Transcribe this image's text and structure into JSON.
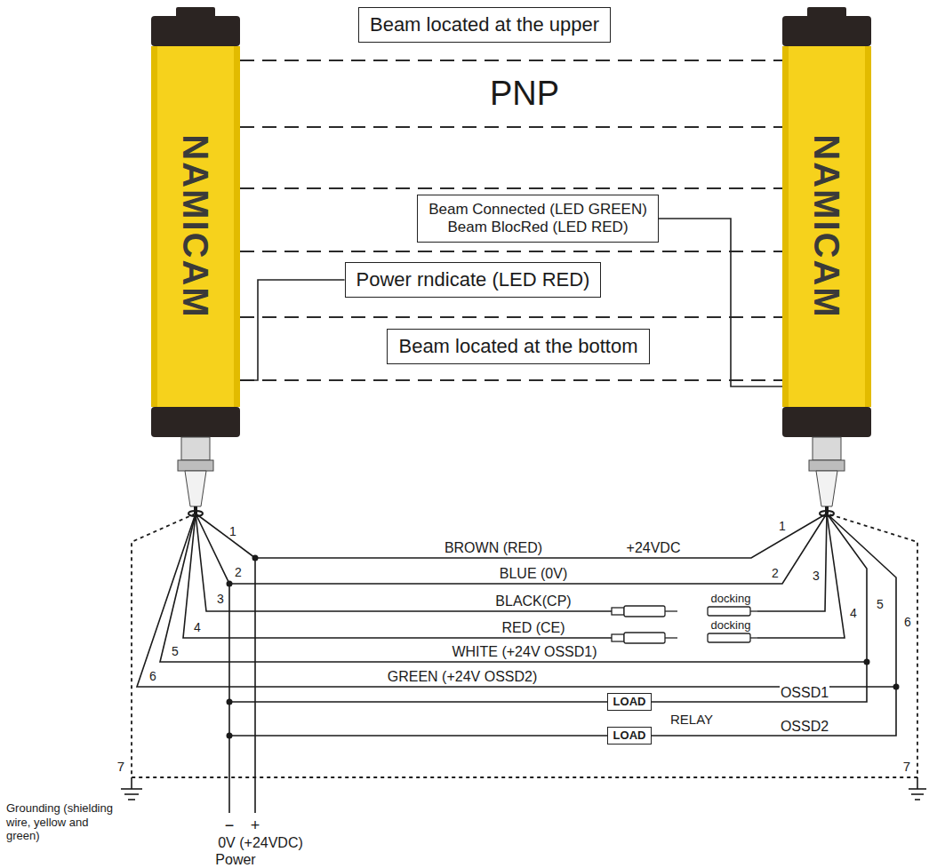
{
  "diagram": {
    "nodes": [
      {
        "text": [
          "Beam located at the upper"
        ]
      },
      {
        "text": [
          "NAMICAM"
        ]
      },
      {
        "text": [
          "NAMICAM"
        ]
      },
      {
        "text": [
          "Beam Connected (LED GREEN)",
          "Beam BlocRed (LED RED)"
        ]
      },
      {
        "text": [
          "Power rndicate (LED RED)"
        ]
      },
      {
        "text": [
          "Beam located at the bottom"
        ]
      },
      {
        "text": [
          "LOAD"
        ]
      },
      {
        "text": [
          "LOAD"
        ]
      }
    ],
    "edges": [
      {
        "from": 4,
        "to": 1,
        "arrow": "none"
      },
      {
        "from": 3,
        "to": 2,
        "arrow": "none"
      }
    ],
    "labels": [
      "PNP",
      "1",
      "2",
      "3",
      "4",
      "5",
      "6",
      "1",
      "2",
      "3",
      "4",
      "5",
      "6",
      "BROWN (RED)",
      "+24VDC",
      "BLUE (0V)",
      "BLACK(CP)",
      "docking",
      "RED (CE)",
      "docking",
      "WHITE (+24V OSSD1)",
      "GREEN (+24V OSSD2)",
      "OSSD1",
      "RELAY",
      "OSSD2",
      "7",
      "7",
      "Grounding (shielding wire, yellow and green)",
      "−",
      "+",
      "0V (+24VDC)",
      "Power"
    ]
  }
}
